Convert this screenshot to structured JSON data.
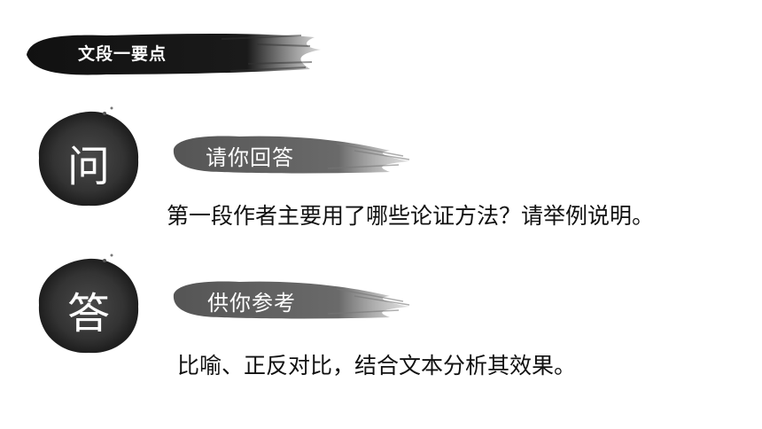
{
  "section_title": "文段一要点",
  "question": {
    "badge": "问",
    "banner": "请你回答",
    "text": "第一段作者主要用了哪些论证方法？请举例说明。"
  },
  "answer": {
    "badge": "答",
    "banner": "供你参考",
    "text": "比喻、正反对比，结合文本分析其效果。"
  },
  "colors": {
    "ink_dark": "#1a1a1a",
    "ink_mid": "#3d3d3d",
    "banner_grey": "#5a5a5a",
    "text": "#111111"
  }
}
